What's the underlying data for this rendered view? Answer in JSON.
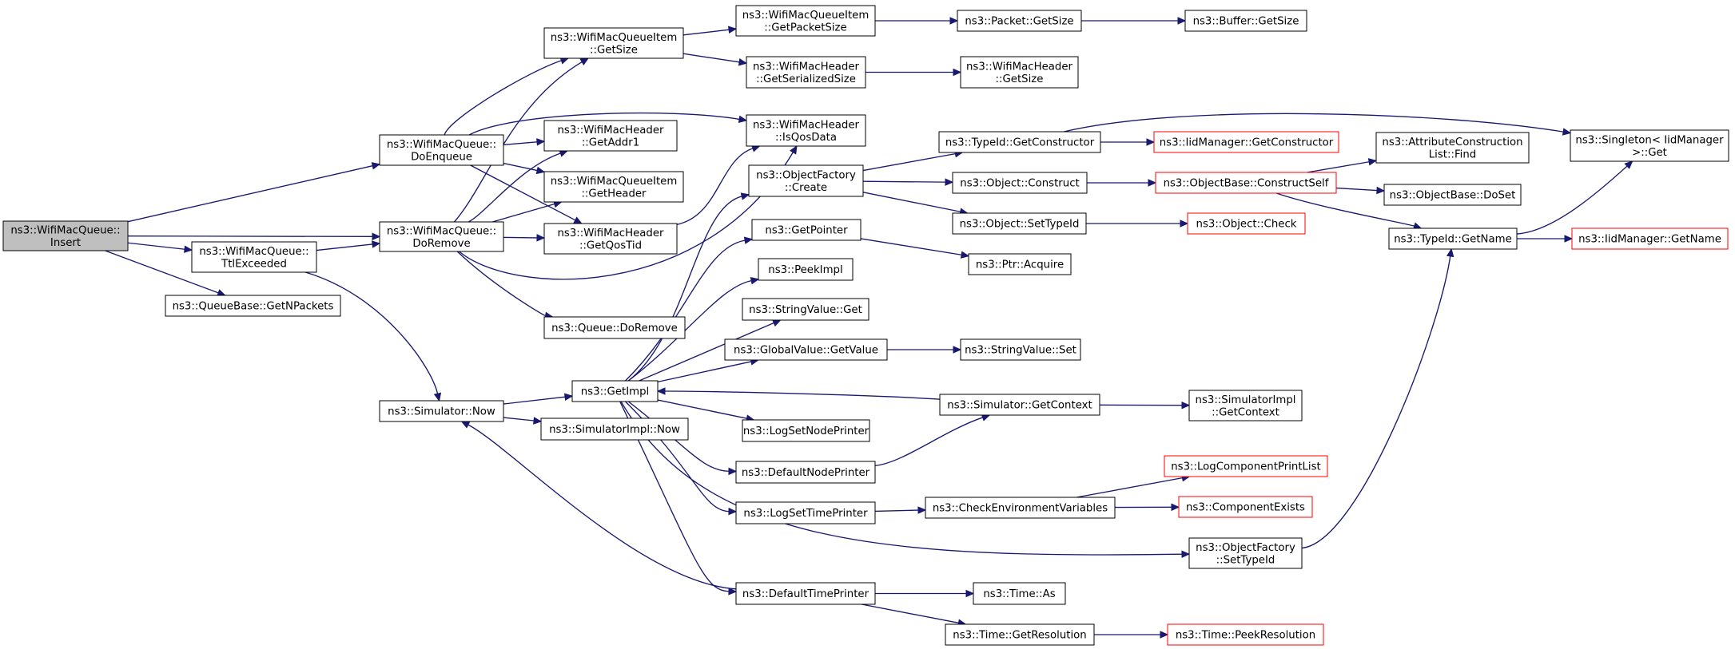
{
  "diagram": {
    "edge_color": "#191970",
    "node_border_color": "#000000",
    "incomplete_node_border_color": "#ff0000",
    "root_fill_color": "#bfbfbf",
    "nodes": {
      "insert": {
        "lines": [
          "ns3::WifiMacQueue::",
          "Insert"
        ],
        "root": true
      },
      "doEnqueue": {
        "lines": [
          "ns3::WifiMacQueue::",
          "DoEnqueue"
        ]
      },
      "doRemove": {
        "lines": [
          "ns3::WifiMacQueue::",
          "DoRemove"
        ]
      },
      "ttlExceeded": {
        "lines": [
          "ns3::WifiMacQueue::",
          "TtlExceeded"
        ]
      },
      "getNPackets": {
        "lines": [
          "ns3::QueueBase::GetNPackets"
        ]
      },
      "simNow": {
        "lines": [
          "ns3::Simulator::Now"
        ]
      },
      "itemGetSize": {
        "lines": [
          "ns3::WifiMacQueueItem",
          "::GetSize"
        ]
      },
      "getAddr1": {
        "lines": [
          "ns3::WifiMacHeader",
          "::GetAddr1"
        ]
      },
      "itemGetHeader": {
        "lines": [
          "ns3::WifiMacQueueItem",
          "::GetHeader"
        ]
      },
      "getQosTid": {
        "lines": [
          "ns3::WifiMacHeader",
          "::GetQosTid"
        ]
      },
      "queueDoRemove": {
        "lines": [
          "ns3::Queue::DoRemove"
        ]
      },
      "getImpl": {
        "lines": [
          "ns3::GetImpl"
        ]
      },
      "simImplNow": {
        "lines": [
          "ns3::SimulatorImpl::Now"
        ]
      },
      "getPacketSize": {
        "lines": [
          "ns3::WifiMacQueueItem",
          "::GetPacketSize"
        ]
      },
      "getSerializedSize": {
        "lines": [
          "ns3::WifiMacHeader",
          "::GetSerializedSize"
        ]
      },
      "isQosData": {
        "lines": [
          "ns3::WifiMacHeader",
          "::IsQosData"
        ]
      },
      "ofCreate": {
        "lines": [
          "ns3::ObjectFactory",
          "::Create"
        ]
      },
      "getPointer": {
        "lines": [
          "ns3::GetPointer"
        ]
      },
      "peekImpl": {
        "lines": [
          "ns3::PeekImpl"
        ]
      },
      "stringValueGet": {
        "lines": [
          "ns3::StringValue::Get"
        ]
      },
      "gvGetValue": {
        "lines": [
          "ns3::GlobalValue::GetValue"
        ]
      },
      "logSetNodePrinter": {
        "lines": [
          "ns3::LogSetNodePrinter"
        ]
      },
      "defaultNodePrinter": {
        "lines": [
          "ns3::DefaultNodePrinter"
        ]
      },
      "logSetTimePrinter": {
        "lines": [
          "ns3::LogSetTimePrinter"
        ]
      },
      "defaultTimePrinter": {
        "lines": [
          "ns3::DefaultTimePrinter"
        ]
      },
      "packetGetSize": {
        "lines": [
          "ns3::Packet::GetSize"
        ]
      },
      "headerGetSize": {
        "lines": [
          "ns3::WifiMacHeader",
          "::GetSize"
        ]
      },
      "tidGetConstructor": {
        "lines": [
          "ns3::TypeId::GetConstructor"
        ]
      },
      "objConstruct": {
        "lines": [
          "ns3::Object::Construct"
        ]
      },
      "objSetTypeId": {
        "lines": [
          "ns3::Object::SetTypeId"
        ]
      },
      "ptrAcquire": {
        "lines": [
          "ns3::Ptr::Acquire"
        ]
      },
      "stringValueSet": {
        "lines": [
          "ns3::StringValue::Set"
        ]
      },
      "simGetContext": {
        "lines": [
          "ns3::Simulator::GetContext"
        ]
      },
      "checkEnvVars": {
        "lines": [
          "ns3::CheckEnvironmentVariables"
        ]
      },
      "ofSetTypeId": {
        "lines": [
          "ns3::ObjectFactory",
          "::SetTypeId"
        ]
      },
      "timeAs": {
        "lines": [
          "ns3::Time::As"
        ]
      },
      "timeGetResolution": {
        "lines": [
          "ns3::Time::GetResolution"
        ]
      },
      "bufferGetSize": {
        "lines": [
          "ns3::Buffer::GetSize"
        ]
      },
      "iidGetConstructor": {
        "lines": [
          "ns3::IidManager::GetConstructor"
        ],
        "incomplete": true
      },
      "constructSelf": {
        "lines": [
          "ns3::ObjectBase::ConstructSelf"
        ],
        "incomplete": true
      },
      "objectCheck": {
        "lines": [
          "ns3::Object::Check"
        ],
        "incomplete": true
      },
      "simImplGetContext": {
        "lines": [
          "ns3::SimulatorImpl",
          "::GetContext"
        ]
      },
      "logCompPrintList": {
        "lines": [
          "ns3::LogComponentPrintList"
        ],
        "incomplete": true
      },
      "componentExists": {
        "lines": [
          "ns3::ComponentExists"
        ],
        "incomplete": true
      },
      "timePeekResolution": {
        "lines": [
          "ns3::Time::PeekResolution"
        ],
        "incomplete": true
      },
      "attrConstrListFind": {
        "lines": [
          "ns3::AttributeConstruction",
          "List::Find"
        ]
      },
      "objectBaseDoSet": {
        "lines": [
          "ns3::ObjectBase::DoSet"
        ]
      },
      "tidGetName": {
        "lines": [
          "ns3::TypeId::GetName"
        ]
      },
      "singletonGet": {
        "lines": [
          "ns3::Singleton< IidManager",
          " >::Get"
        ]
      },
      "iidGetName": {
        "lines": [
          "ns3::IidManager::GetName"
        ],
        "incomplete": true
      }
    },
    "edges": [
      [
        "insert",
        "doEnqueue"
      ],
      [
        "insert",
        "doRemove"
      ],
      [
        "insert",
        "ttlExceeded"
      ],
      [
        "insert",
        "getNPackets"
      ],
      [
        "doEnqueue",
        "itemGetSize"
      ],
      [
        "doEnqueue",
        "getAddr1"
      ],
      [
        "doEnqueue",
        "isQosData"
      ],
      [
        "doEnqueue",
        "itemGetHeader"
      ],
      [
        "doEnqueue",
        "getQosTid"
      ],
      [
        "doRemove",
        "itemGetSize"
      ],
      [
        "doRemove",
        "getAddr1"
      ],
      [
        "doRemove",
        "itemGetHeader"
      ],
      [
        "doRemove",
        "getQosTid"
      ],
      [
        "doRemove",
        "isQosData"
      ],
      [
        "doRemove",
        "queueDoRemove"
      ],
      [
        "ttlExceeded",
        "doRemove"
      ],
      [
        "ttlExceeded",
        "simNow"
      ],
      [
        "simNow",
        "getImpl"
      ],
      [
        "simNow",
        "simImplNow"
      ],
      [
        "itemGetSize",
        "getPacketSize"
      ],
      [
        "itemGetSize",
        "getSerializedSize"
      ],
      [
        "getQosTid",
        "isQosData"
      ],
      [
        "getPacketSize",
        "packetGetSize"
      ],
      [
        "packetGetSize",
        "bufferGetSize"
      ],
      [
        "getSerializedSize",
        "headerGetSize"
      ],
      [
        "getImpl",
        "ofCreate"
      ],
      [
        "getImpl",
        "getPointer"
      ],
      [
        "getImpl",
        "peekImpl"
      ],
      [
        "getImpl",
        "stringValueGet"
      ],
      [
        "getImpl",
        "gvGetValue"
      ],
      [
        "getImpl",
        "logSetNodePrinter"
      ],
      [
        "getImpl",
        "defaultNodePrinter"
      ],
      [
        "getImpl",
        "logSetTimePrinter"
      ],
      [
        "getImpl",
        "defaultTimePrinter"
      ],
      [
        "getImpl",
        "ofSetTypeId"
      ],
      [
        "ofCreate",
        "tidGetConstructor"
      ],
      [
        "ofCreate",
        "objConstruct"
      ],
      [
        "ofCreate",
        "objSetTypeId"
      ],
      [
        "getPointer",
        "ptrAcquire"
      ],
      [
        "gvGetValue",
        "stringValueSet"
      ],
      [
        "simGetContext",
        "getImpl"
      ],
      [
        "simGetContext",
        "simImplGetContext"
      ],
      [
        "defaultNodePrinter",
        "simGetContext"
      ],
      [
        "logSetTimePrinter",
        "checkEnvVars"
      ],
      [
        "checkEnvVars",
        "logCompPrintList"
      ],
      [
        "checkEnvVars",
        "componentExists"
      ],
      [
        "defaultTimePrinter",
        "simNow"
      ],
      [
        "defaultTimePrinter",
        "timeAs"
      ],
      [
        "defaultTimePrinter",
        "timeGetResolution"
      ],
      [
        "timeGetResolution",
        "timePeekResolution"
      ],
      [
        "tidGetConstructor",
        "iidGetConstructor"
      ],
      [
        "tidGetConstructor",
        "singletonGet"
      ],
      [
        "objConstruct",
        "constructSelf"
      ],
      [
        "objSetTypeId",
        "objectCheck"
      ],
      [
        "constructSelf",
        "attrConstrListFind"
      ],
      [
        "constructSelf",
        "objectBaseDoSet"
      ],
      [
        "constructSelf",
        "tidGetName"
      ],
      [
        "tidGetName",
        "singletonGet"
      ],
      [
        "tidGetName",
        "iidGetName"
      ],
      [
        "ofSetTypeId",
        "tidGetName"
      ]
    ]
  }
}
